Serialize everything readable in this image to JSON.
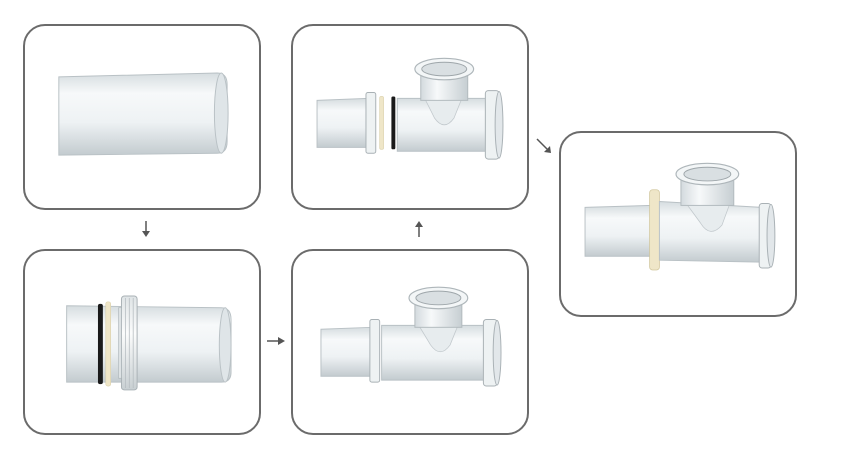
{
  "diagram": {
    "panels": [
      {
        "step": 1,
        "content": "plain-pipe"
      },
      {
        "step": 2,
        "content": "pipe-with-ring-and-collar"
      },
      {
        "step": 3,
        "content": "tee-fitting-assembly"
      },
      {
        "step": 4,
        "content": "tee-fitting-with-seal"
      },
      {
        "step": 5,
        "content": "assembled-tee-fitting"
      }
    ],
    "colors": {
      "panel_border": "#6b6b6b",
      "pipe_body": "#e9eef0",
      "pipe_shadow": "#c9d0d4",
      "seal_ring": "#1a1a1a",
      "cream_ring": "#efe6c8",
      "arrow": "#555555"
    }
  }
}
